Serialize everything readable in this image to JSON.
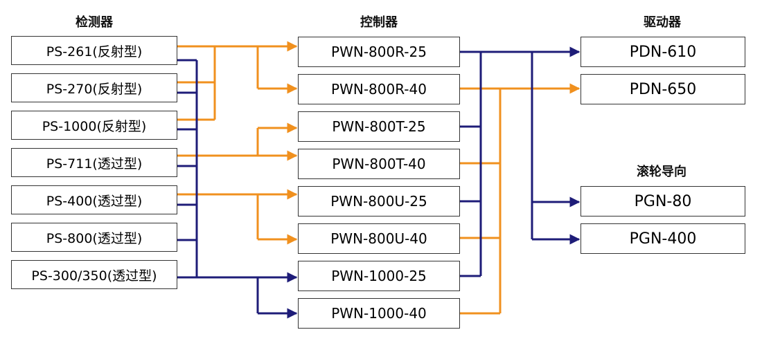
{
  "headers": {
    "detectors": "检测器",
    "controllers": "控制器",
    "drivers": "驱动器",
    "roller_guides": "滚轮导向"
  },
  "detectors": [
    "PS-261(反射型)",
    "PS-270(反射型)",
    "PS-1000(反射型)",
    "PS-711(透过型)",
    "PS-400(透过型)",
    "PS-800(透过型)",
    "PS-300/350(透过型)"
  ],
  "controllers": [
    "PWN-800R-25",
    "PWN-800R-40",
    "PWN-800T-25",
    "PWN-800T-40",
    "PWN-800U-25",
    "PWN-800U-40",
    "PWN-1000-25",
    "PWN-1000-40"
  ],
  "drivers": [
    "PDN-610",
    "PDN-650"
  ],
  "roller_guides": [
    "PGN-80",
    "PGN-400"
  ],
  "colors": {
    "orange_wire": "#F0901E",
    "navy_wire": "#1E1C78",
    "box_border": "#333333"
  }
}
